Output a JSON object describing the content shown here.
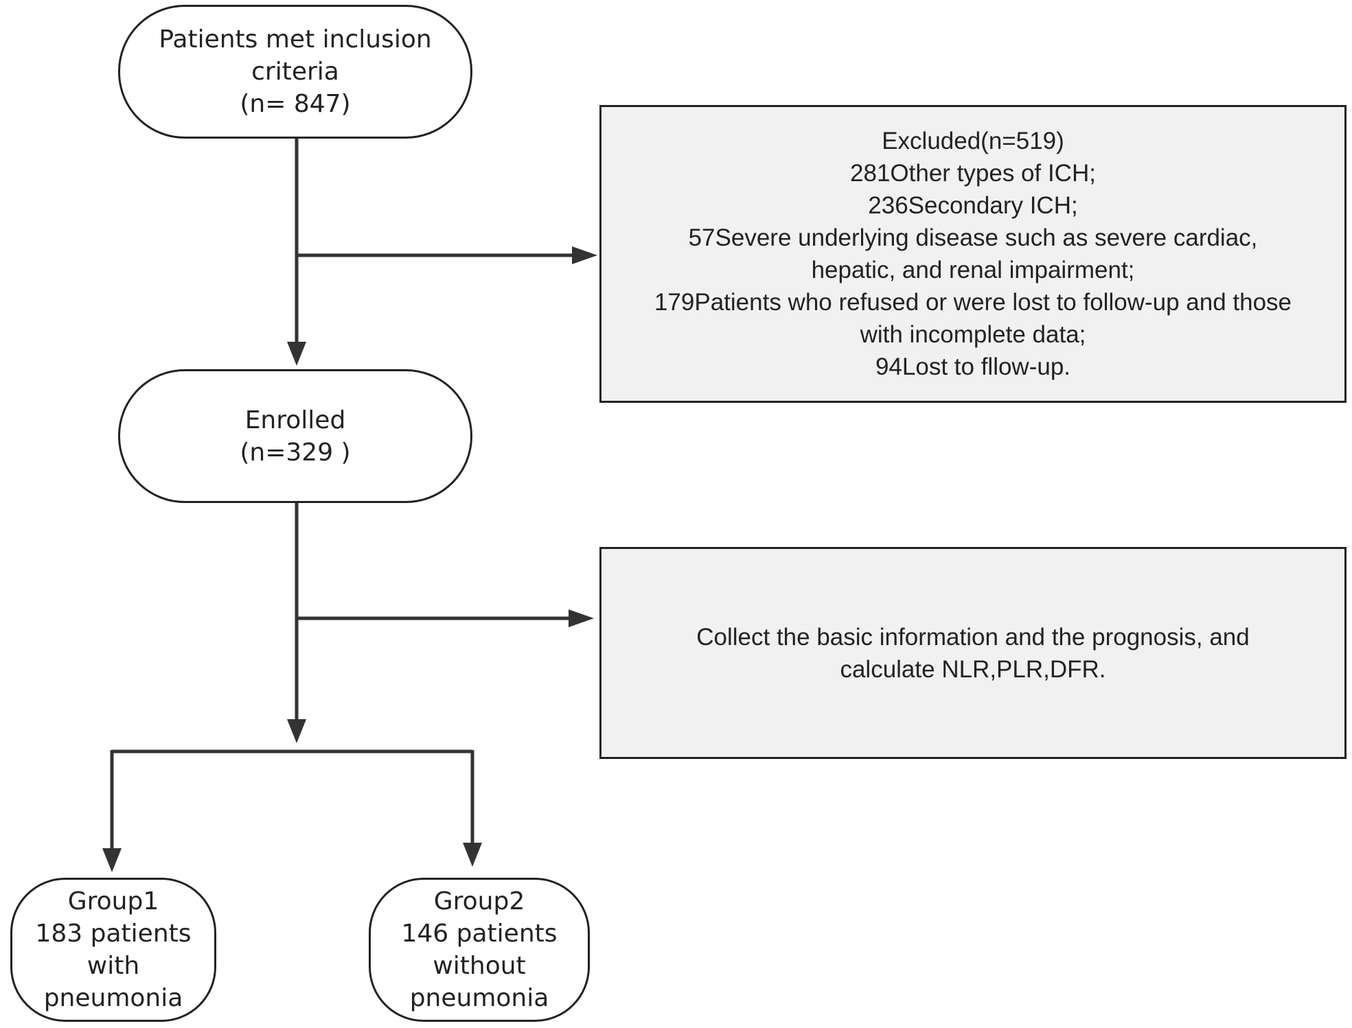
{
  "nodes": {
    "inclusion": {
      "lines": [
        "Patients met inclusion",
        "criteria",
        "(n= 847)"
      ]
    },
    "excluded": {
      "lines": [
        "Excluded(n=519)",
        "281Other types of ICH;",
        "236Secondary ICH;",
        "57Severe underlying disease such as severe cardiac,",
        "hepatic, and renal impairment;",
        "179Patients who refused or were lost to follow-up and those",
        "with incomplete data;",
        "94Lost to fllow-up."
      ]
    },
    "enrolled": {
      "lines": [
        "Enrolled",
        "(n=329 )"
      ]
    },
    "collect": {
      "lines": [
        "Collect the basic information and the prognosis, and",
        "calculate NLR,PLR,DFR."
      ]
    },
    "group1": {
      "lines": [
        "Group1",
        "183 patients",
        "with",
        "pneumonia"
      ]
    },
    "group2": {
      "lines": [
        "Group2",
        "146 patients",
        "without",
        "pneumonia"
      ]
    }
  },
  "colors": {
    "stroke": "#222222",
    "box_fill": "#f1f1f1",
    "pill_fill": "#ffffff"
  }
}
